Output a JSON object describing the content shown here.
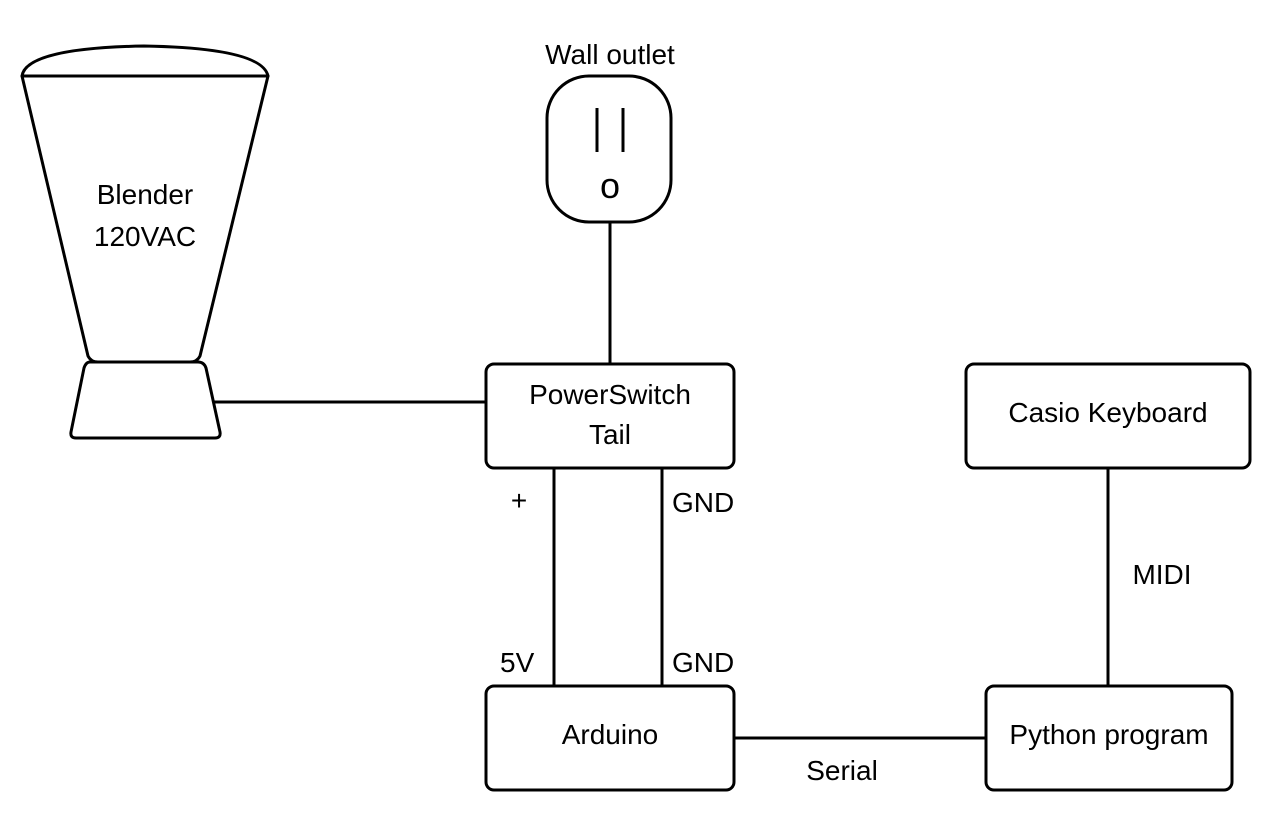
{
  "nodes": {
    "blender": {
      "line1": "Blender",
      "line2": "120VAC"
    },
    "wall_outlet": {
      "label": "Wall outlet",
      "ground_glyph": "o"
    },
    "powerswitch": {
      "line1": "PowerSwitch",
      "line2": "Tail"
    },
    "arduino": {
      "label": "Arduino"
    },
    "casio": {
      "label": "Casio Keyboard"
    },
    "python": {
      "label": "Python program"
    }
  },
  "connections": {
    "plus_label": "+",
    "gnd_top_label": "GND",
    "five_v_label": "5V",
    "gnd_bottom_label": "GND",
    "midi_label": "MIDI",
    "serial_label": "Serial"
  },
  "colors": {
    "stroke": "#000000",
    "fill": "#ffffff"
  }
}
